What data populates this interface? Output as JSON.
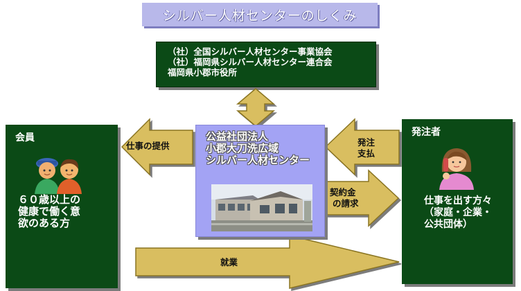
{
  "title": "シルバー人材センターのしくみ",
  "association": {
    "lines": [
      "（社）全国シルバー人材センター事業協会",
      "（社）福岡県シルバー人材センター連合会",
      "福岡県小郡市役所"
    ]
  },
  "center": {
    "lines": [
      "公益社団法人",
      "小郡大刀洗広域",
      "シルバー人材センター"
    ]
  },
  "member": {
    "title": "会員",
    "desc_lines": [
      "６０歳以上の",
      "健康で働く意",
      "欲のある方"
    ]
  },
  "client": {
    "title": "発注者",
    "desc_lines": [
      "仕事を出す方々",
      "（家庭・企業・",
      "公共団体）"
    ]
  },
  "arrows": {
    "work_provision": "仕事の提供",
    "order_payment": [
      "発注",
      "支払"
    ],
    "contract_billing": [
      "契約金",
      "の請求"
    ],
    "employment": "就業"
  },
  "colors": {
    "box_green": "#0b4a16",
    "arrow_tan": "#d9be60",
    "center_purple": "#a3a3f4",
    "title_lavender": "#b8b8ea"
  },
  "icons": [
    "members-icon",
    "client-phone-icon",
    "building-photo"
  ]
}
